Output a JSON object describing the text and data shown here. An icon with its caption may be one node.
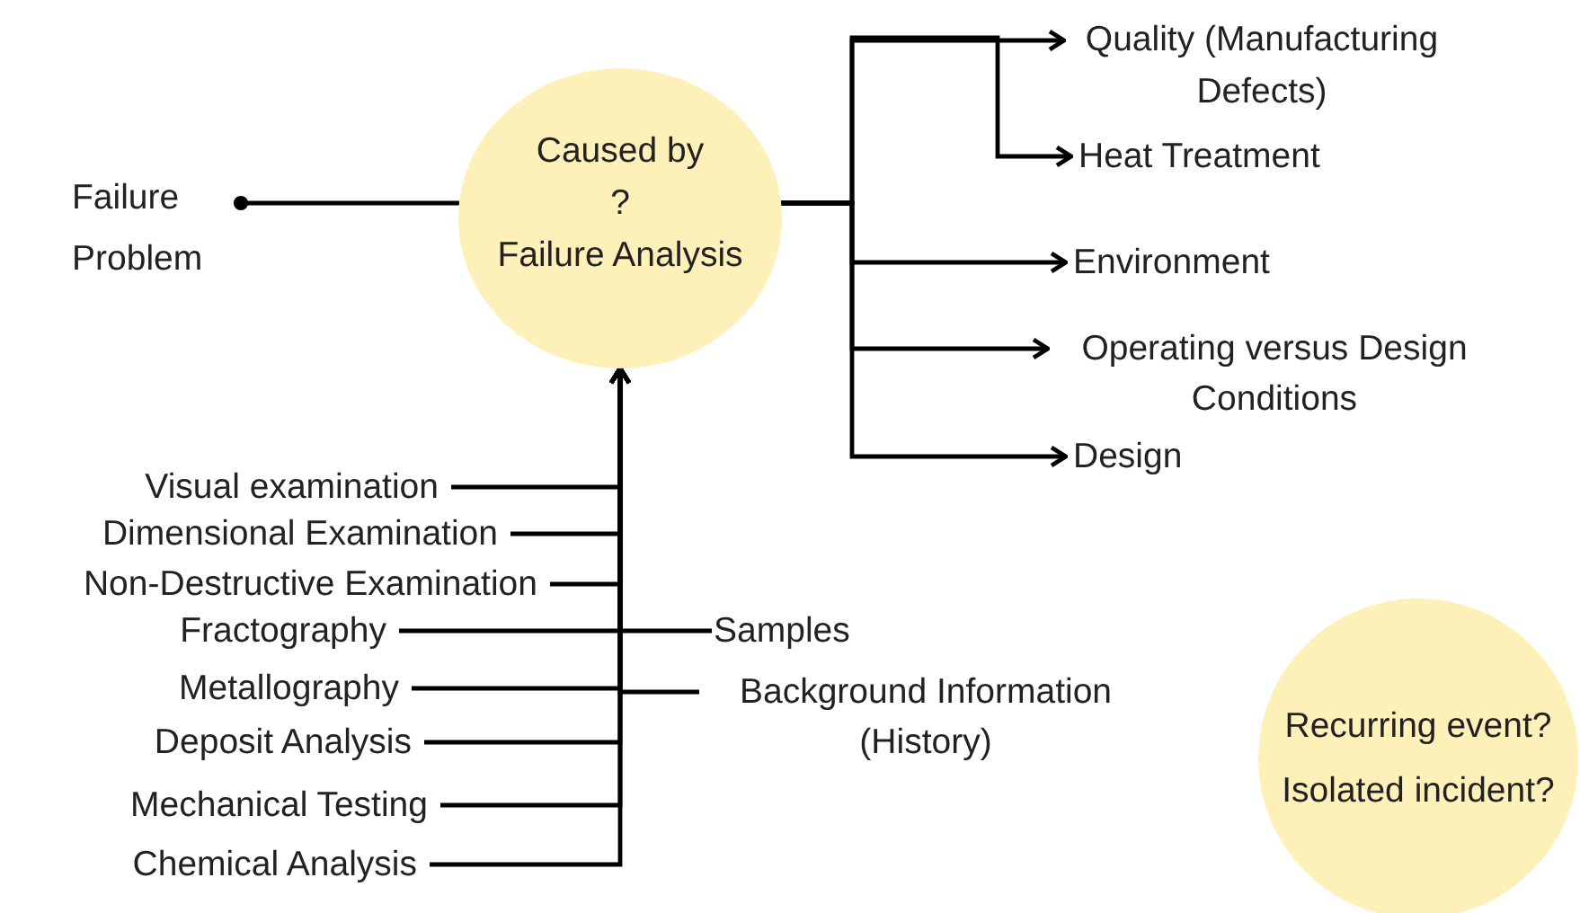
{
  "diagram": {
    "nodes": [
      {
        "text": [
          "Failure Problem"
        ]
      },
      {
        "text": [
          "Caused by",
          "?",
          "Failure Analysis"
        ]
      },
      {
        "text": [
          "Quality (Manufacturing Defects)"
        ]
      },
      {
        "text": [
          "Heat Treatment"
        ]
      },
      {
        "text": [
          "Environment"
        ]
      },
      {
        "text": [
          "Operating versus Design Conditions"
        ]
      },
      {
        "text": [
          "Design"
        ]
      },
      {
        "text": [
          "Visual examination"
        ]
      },
      {
        "text": [
          "Dimensional Examination"
        ]
      },
      {
        "text": [
          "Non-Destructive  Examination"
        ]
      },
      {
        "text": [
          "Fractography"
        ]
      },
      {
        "text": [
          "Metallography"
        ]
      },
      {
        "text": [
          "Deposit Analysis"
        ]
      },
      {
        "text": [
          "Mechanical Testing"
        ]
      },
      {
        "text": [
          "Chemical Analysis"
        ]
      },
      {
        "text": [
          "Samples"
        ]
      },
      {
        "text": [
          "Background Information (History)"
        ]
      },
      {
        "text": [
          "Recurring event?",
          "Isolated incident?"
        ]
      }
    ],
    "edges": [
      {
        "from": 0,
        "to": 1,
        "arrow": "other"
      },
      {
        "from": 1,
        "to": 2,
        "arrow": "to"
      },
      {
        "from": 1,
        "to": 3,
        "arrow": "to"
      },
      {
        "from": 1,
        "to": 4,
        "arrow": "to"
      },
      {
        "from": 1,
        "to": 5,
        "arrow": "to"
      },
      {
        "from": 1,
        "to": 6,
        "arrow": "to"
      },
      {
        "from": 7,
        "to": 1,
        "arrow": "to"
      },
      {
        "from": 8,
        "to": 1,
        "arrow": "to"
      },
      {
        "from": 9,
        "to": 1,
        "arrow": "to"
      },
      {
        "from": 10,
        "to": 1,
        "arrow": "to"
      },
      {
        "from": 11,
        "to": 1,
        "arrow": "to"
      },
      {
        "from": 12,
        "to": 1,
        "arrow": "to"
      },
      {
        "from": 13,
        "to": 1,
        "arrow": "to"
      },
      {
        "from": 14,
        "to": 1,
        "arrow": "to"
      },
      {
        "from": 15,
        "to": 1,
        "arrow": "to"
      },
      {
        "from": 16,
        "to": 1,
        "arrow": "to"
      }
    ]
  }
}
